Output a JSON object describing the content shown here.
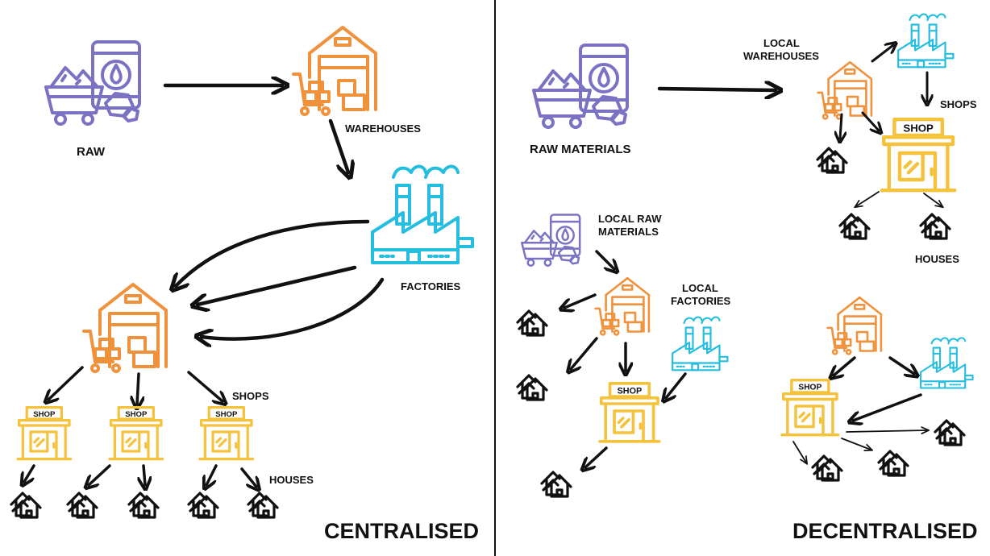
{
  "labels": {
    "raw": "RAW",
    "warehouses": "WAREHOUSES",
    "factories": "FACTORIES",
    "shops_left": "SHOPS",
    "houses_left": "HOUSES",
    "centralised": "CENTRALISED",
    "raw_materials": "RAW MATERIALS",
    "local_warehouses_1": "LOCAL",
    "local_warehouses_2": "WAREHOUSES",
    "shops_right": "SHOPS",
    "houses_right": "HOUSES",
    "local_raw_1": "LOCAL RAW",
    "local_raw_2": "MATERIALS",
    "local_factories_1": "LOCAL",
    "local_factories_2": "FACTORIES",
    "decentralised": "DECENTRALISED",
    "shop_sign": "SHOP"
  },
  "colors": {
    "raw": "#7b72c4",
    "warehouse": "#f0913c",
    "factory": "#25bde0",
    "shop": "#f5c23c",
    "house": "#111111"
  },
  "icons": [
    "raw-materials-icon",
    "warehouse-icon",
    "factory-icon",
    "shop-icon",
    "house-icon"
  ]
}
